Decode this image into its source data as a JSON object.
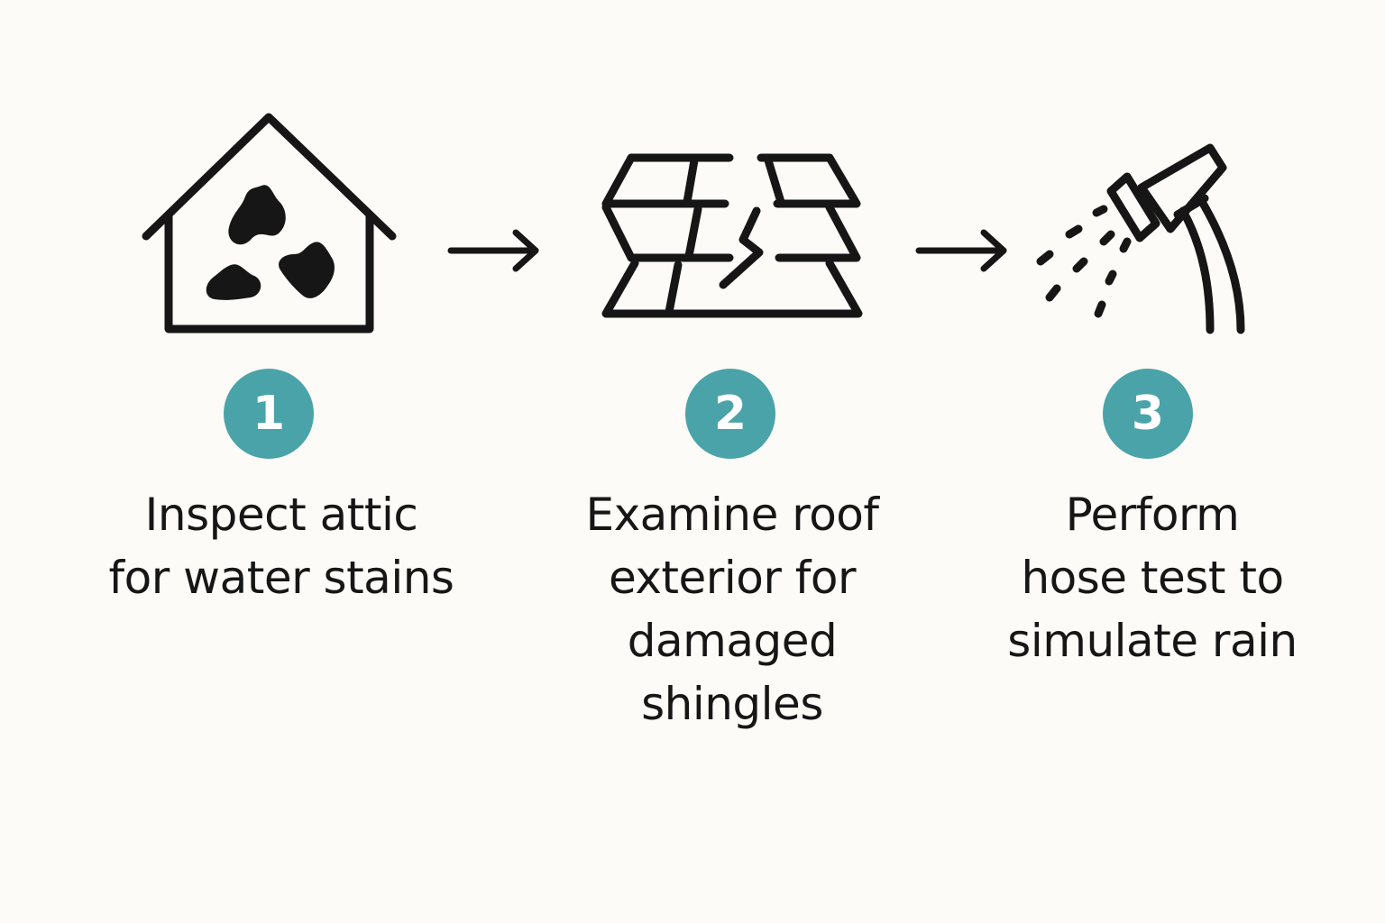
{
  "accent_color": "#4aa3a8",
  "ink_color": "#161616",
  "steps": [
    {
      "number": "1",
      "icon": "house-with-stains-icon",
      "label_lines": [
        "Inspect attic",
        "for water stains"
      ]
    },
    {
      "number": "2",
      "icon": "cracked-shingles-icon",
      "label_lines": [
        "Examine roof",
        "exterior for",
        "damaged",
        "shingles"
      ]
    },
    {
      "number": "3",
      "icon": "hose-spray-icon",
      "label_lines": [
        "Perform",
        "hose test to",
        "simulate rain"
      ]
    }
  ],
  "connectors": [
    "arrow-right-icon",
    "arrow-right-icon"
  ]
}
